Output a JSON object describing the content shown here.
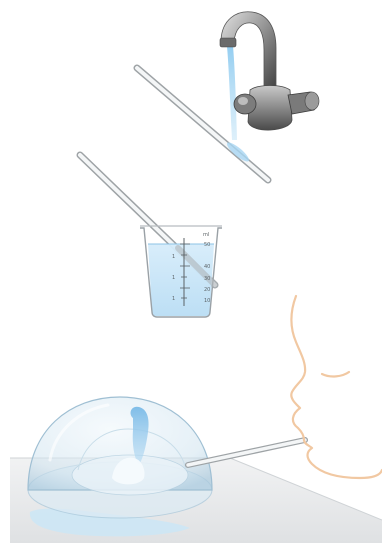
{
  "beaker": {
    "scale_numbers": [
      "ml",
      "50",
      "40",
      "30",
      "20",
      "10"
    ],
    "side_marks": [
      "1",
      "1",
      "1"
    ]
  }
}
